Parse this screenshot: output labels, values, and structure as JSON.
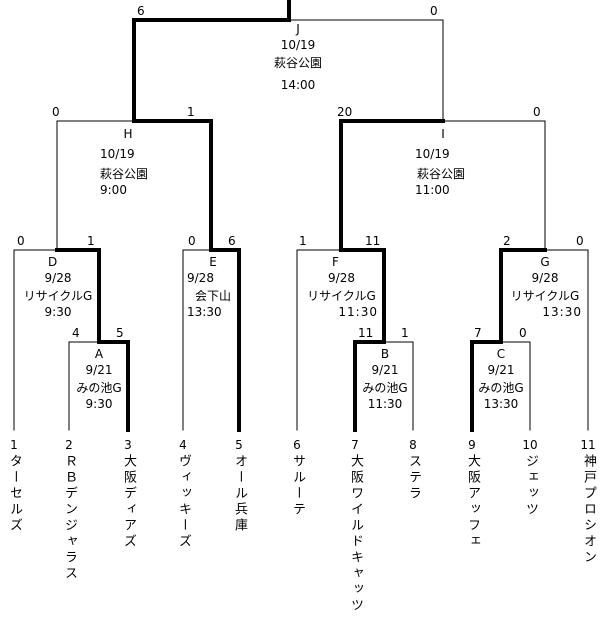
{
  "title": "トーナメント表",
  "colors": {
    "line": "#000000",
    "background": "#ffffff"
  },
  "teams": [
    {
      "seed": "1",
      "name": "ターセルズ"
    },
    {
      "seed": "2",
      "name": "ＲＢデンジャラス"
    },
    {
      "seed": "3",
      "name": "大阪ディアズ"
    },
    {
      "seed": "4",
      "name": "ヴィッキーズ"
    },
    {
      "seed": "5",
      "name": "オール兵庫"
    },
    {
      "seed": "6",
      "name": "サルーテ"
    },
    {
      "seed": "7",
      "name": "大阪ワイルドキャッツ"
    },
    {
      "seed": "8",
      "name": "ステラ"
    },
    {
      "seed": "9",
      "name": "大阪アッフェ"
    },
    {
      "seed": "10",
      "name": "ジェッツ"
    },
    {
      "seed": "11",
      "name": "神戸プロシオン"
    }
  ],
  "matches": {
    "A": {
      "id": "A",
      "date": "9/21",
      "venue": "みの池G",
      "time": "9:30",
      "left_score": "4",
      "right_score": "5"
    },
    "B": {
      "id": "B",
      "date": "9/21",
      "venue": "みの池G",
      "time": "11:30",
      "left_score": "11",
      "right_score": "1"
    },
    "C": {
      "id": "C",
      "date": "9/21",
      "venue": "みの池G",
      "time": "13:30",
      "left_score": "7",
      "right_score": "0"
    },
    "D": {
      "id": "D",
      "date": "9/28",
      "venue": "リサイクルG",
      "time": "9:30",
      "left_score": "0",
      "right_score": "1"
    },
    "E": {
      "id": "E",
      "date": "9/28",
      "venue": "会下山",
      "time": "13:30",
      "left_score": "0",
      "right_score": "6"
    },
    "F": {
      "id": "F",
      "date": "9/28",
      "venue": "リサイクルG",
      "time": "11:30",
      "left_score": "1",
      "right_score": "11"
    },
    "G": {
      "id": "G",
      "date": "9/28",
      "venue": "リサイクルG",
      "time": "13:30",
      "left_score": "2",
      "right_score": "0"
    },
    "H": {
      "id": "H",
      "date": "10/19",
      "venue": "萩谷公園",
      "time": "9:00",
      "left_score": "0",
      "right_score": "1"
    },
    "I": {
      "id": "I",
      "date": "10/19",
      "venue": "萩谷公園",
      "time": "11:00",
      "left_score": "20",
      "right_score": "0"
    },
    "J": {
      "id": "J",
      "date": "10/19",
      "venue": "萩谷公園",
      "time": "14:00",
      "left_score": "6",
      "right_score": "0"
    }
  }
}
